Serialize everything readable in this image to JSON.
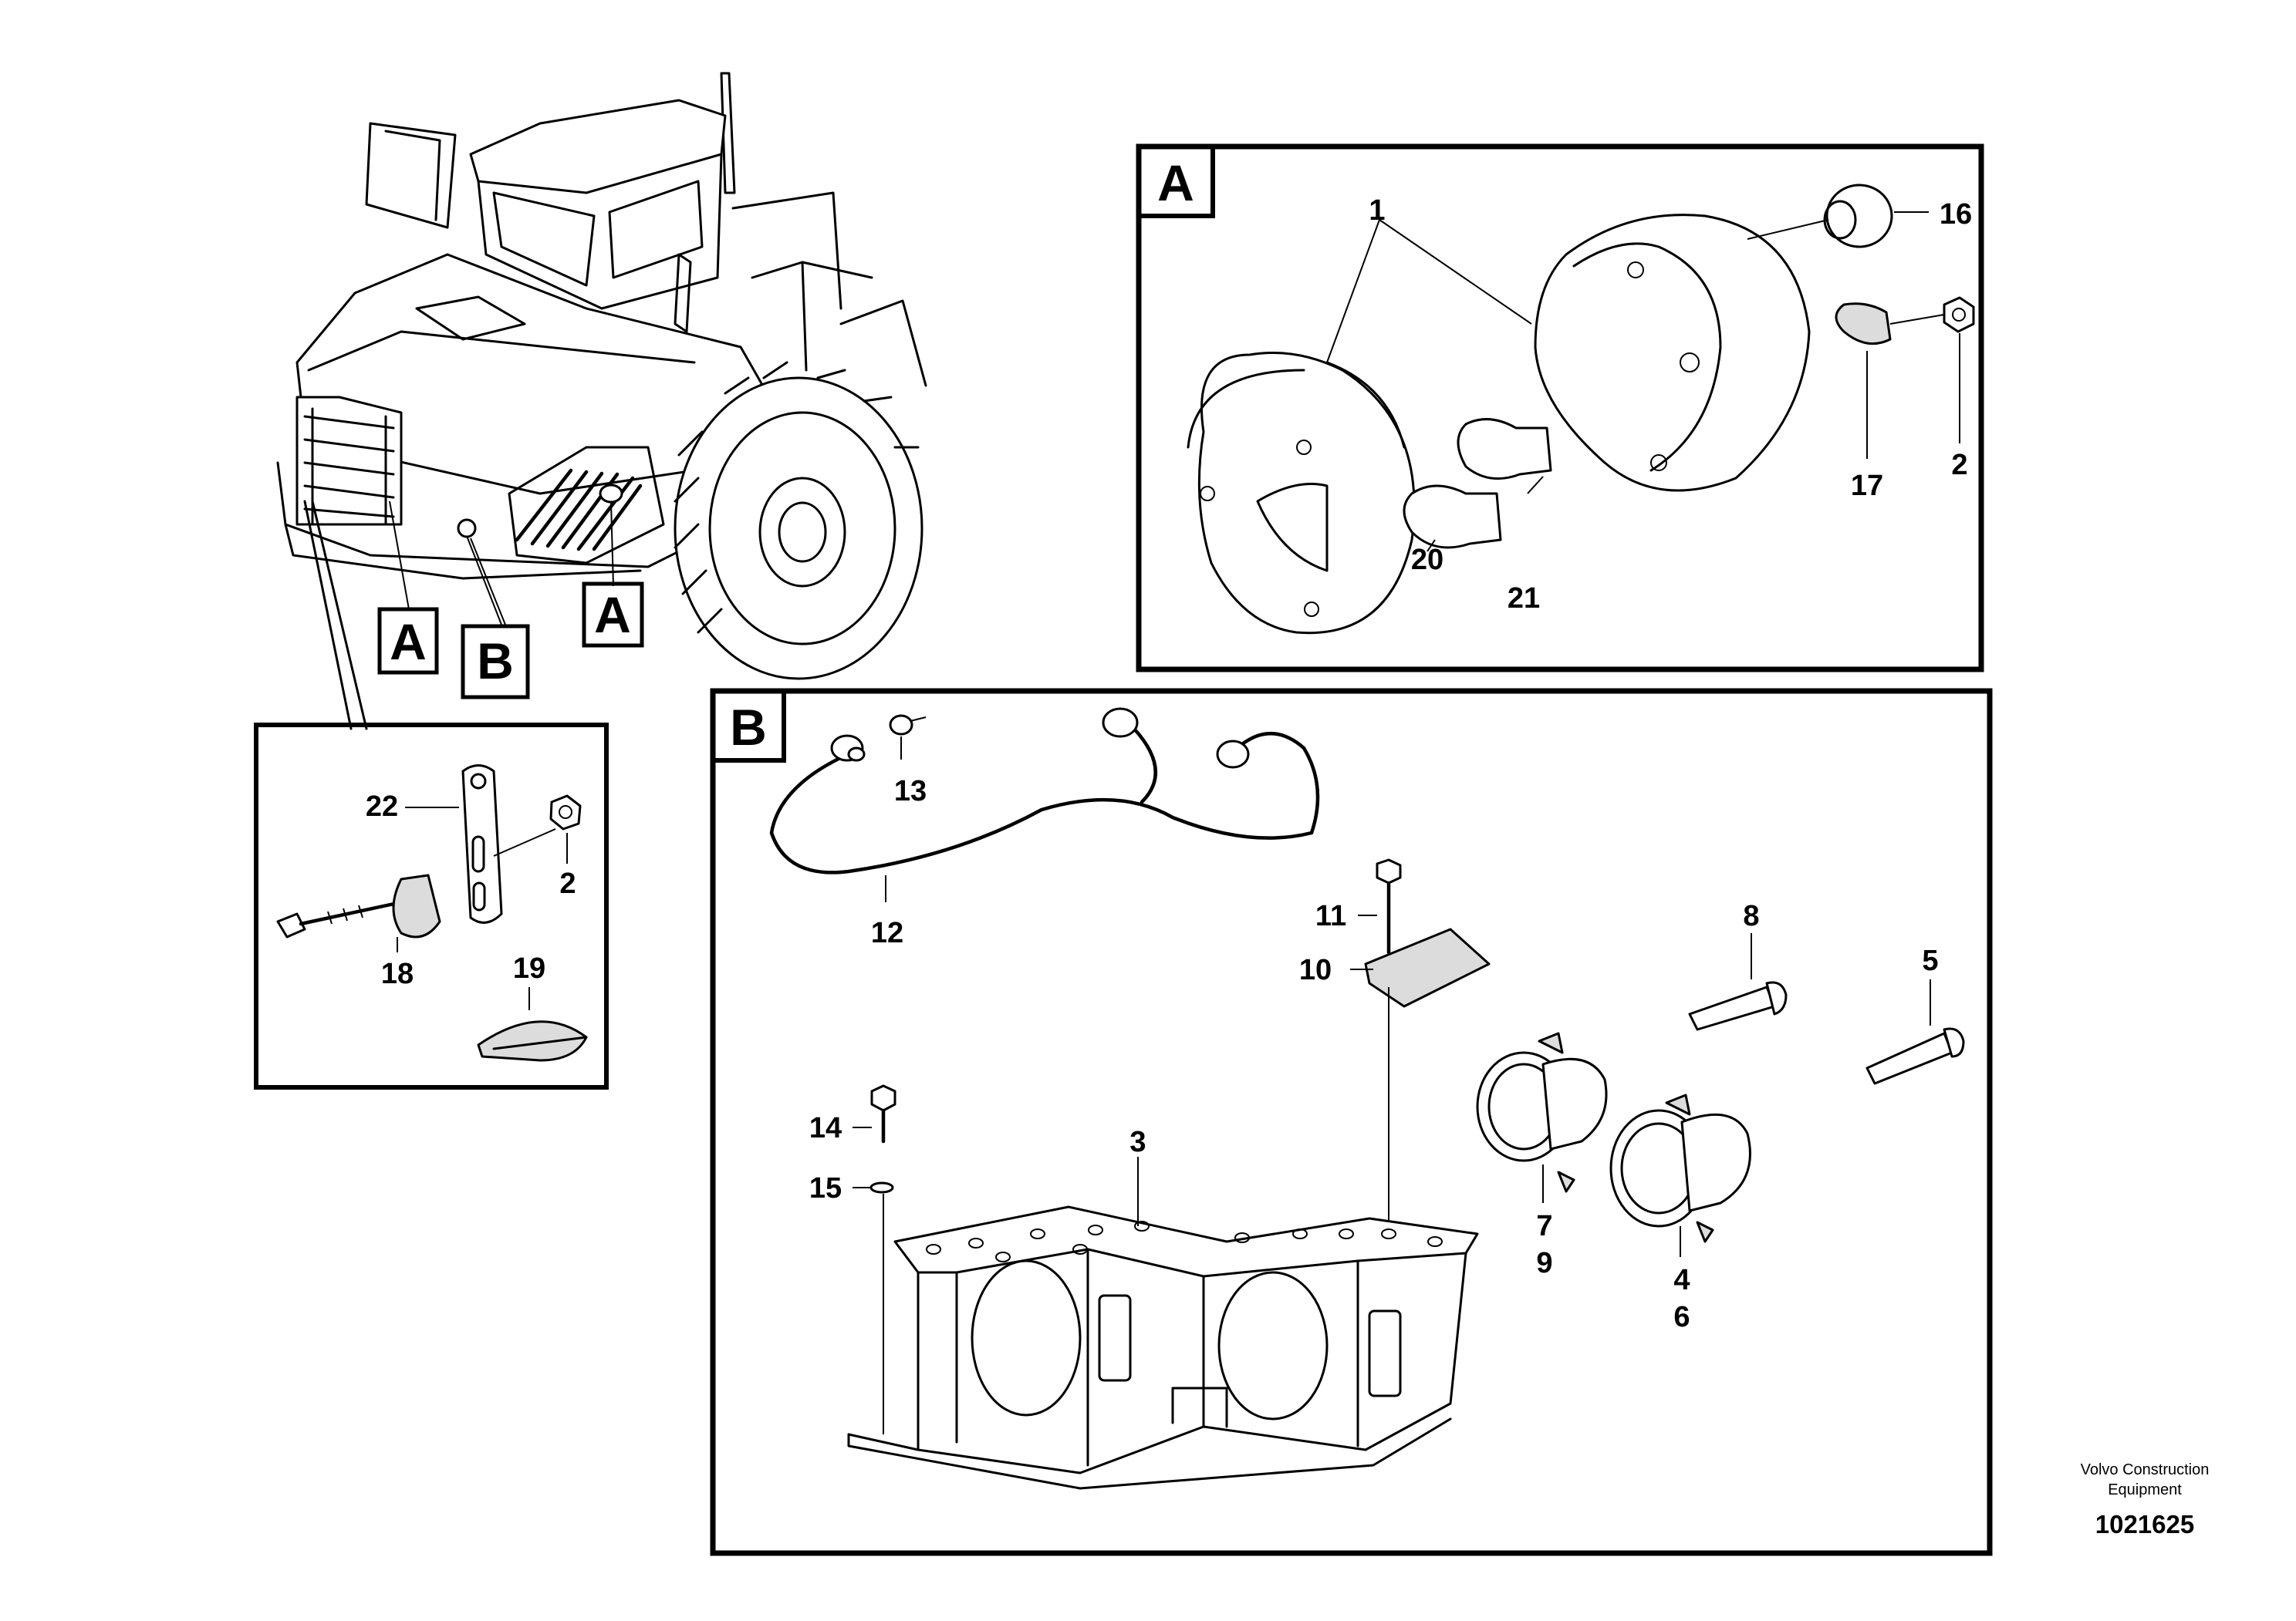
{
  "detail_labels": {
    "A_top_left": "A",
    "B": "B",
    "A_top_right": "A",
    "box_A": "A",
    "box_B": "B"
  },
  "callouts": {
    "c1": "1",
    "c16": "16",
    "c2_a": "2",
    "c17": "17",
    "c20": "20",
    "c21": "21",
    "c22": "22",
    "c2_b": "2",
    "c18": "18",
    "c19": "19",
    "c13": "13",
    "c12": "12",
    "c11": "11",
    "c10": "10",
    "c8": "8",
    "c5": "5",
    "c14": "14",
    "c15": "15",
    "c3": "3",
    "c7": "7",
    "c9": "9",
    "c4": "4",
    "c6": "6"
  },
  "footer": {
    "brand_line1": "Volvo Construction",
    "brand_line2": "Equipment",
    "doc_number": "1021625"
  }
}
